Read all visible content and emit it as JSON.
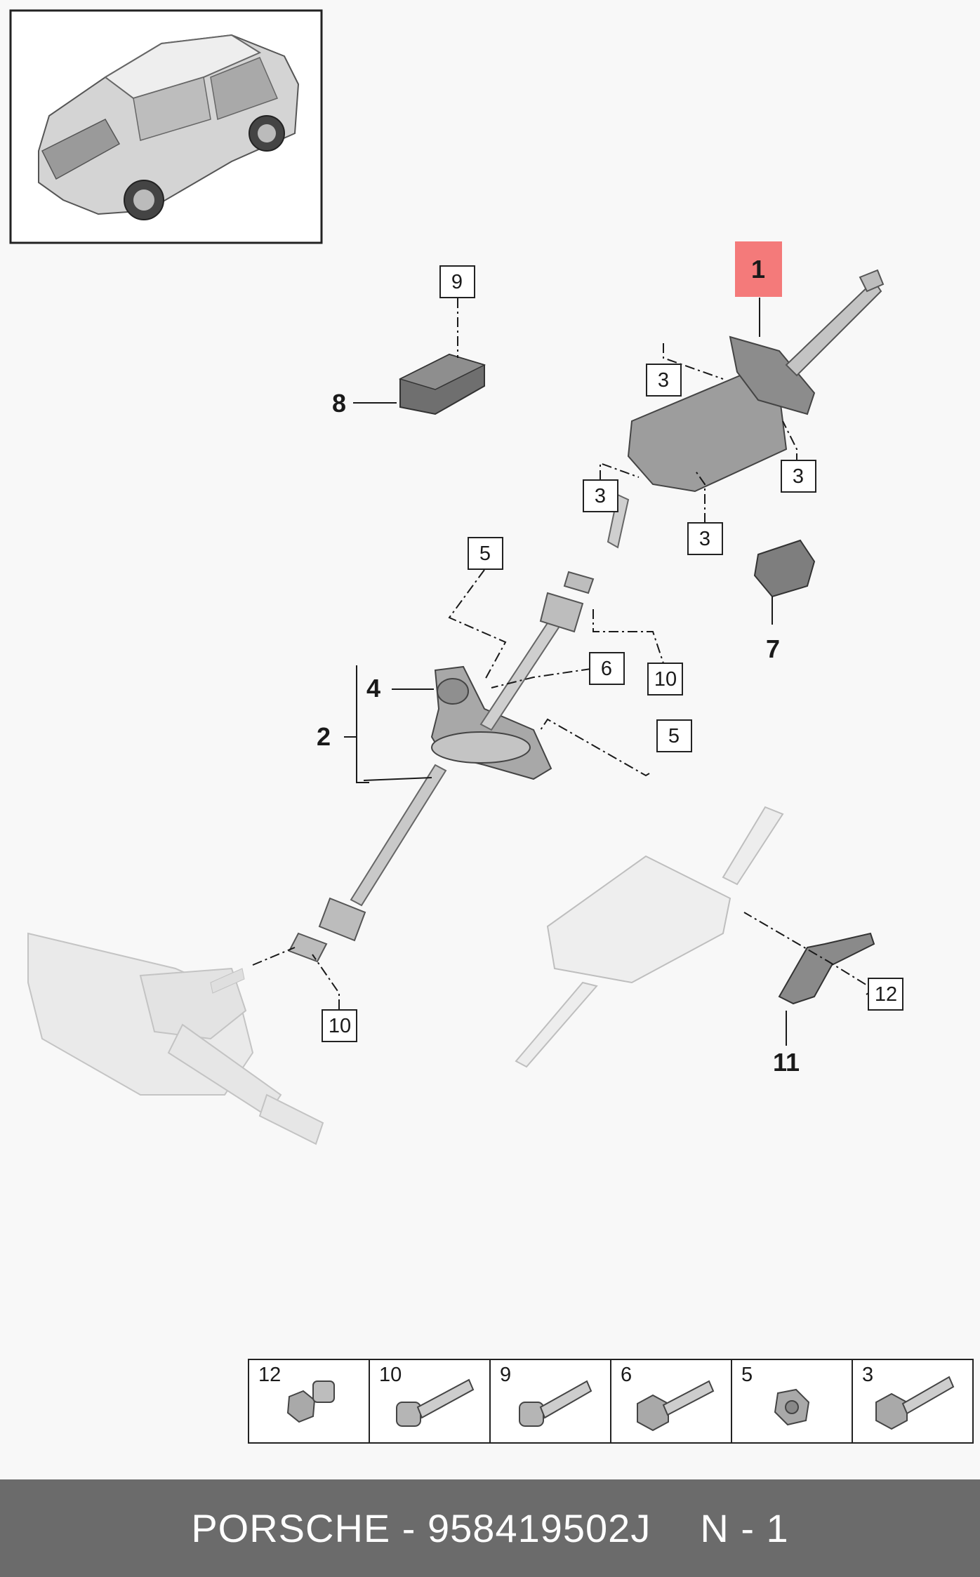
{
  "overview": {
    "image": "vehicle-suv-overview"
  },
  "callouts": {
    "c1": "1",
    "c2": "2",
    "c4": "4",
    "c7": "7",
    "c8": "8",
    "c11": "11",
    "box9": "9",
    "box3a": "3",
    "box3b": "3",
    "box3c": "3",
    "box3d": "3",
    "box5a": "5",
    "box5b": "5",
    "box6": "6",
    "box10a": "10",
    "box10b": "10",
    "box12": "12"
  },
  "legend": [
    {
      "num": "12",
      "icon": "hex-flange-screw-short-icon"
    },
    {
      "num": "10",
      "icon": "socket-head-bolt-icon"
    },
    {
      "num": "9",
      "icon": "socket-head-bolt-icon"
    },
    {
      "num": "6",
      "icon": "hex-flange-bolt-icon"
    },
    {
      "num": "5",
      "icon": "hex-flange-nut-icon"
    },
    {
      "num": "3",
      "icon": "hex-flange-bolt-long-icon"
    }
  ],
  "footer": {
    "brand_part": "PORSCHE - 958419502J",
    "qty": "N - 1"
  },
  "colors": {
    "highlight": "#f47a7a",
    "footer_bg": "#6b6b6b",
    "line": "#1a1a1a"
  }
}
